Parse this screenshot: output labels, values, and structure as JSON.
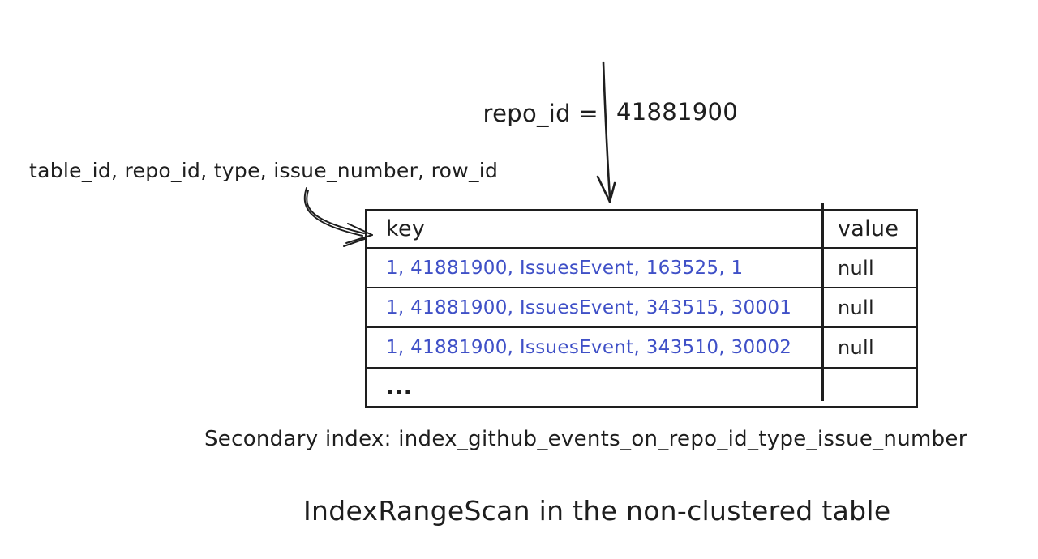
{
  "diagram": {
    "filter": {
      "label": "repo_id =",
      "value": "41881900"
    },
    "index_columns_label": "table_id, repo_id, type, issue_number, row_id",
    "table": {
      "headers": {
        "key": "key",
        "value": "value"
      },
      "rows": [
        {
          "key": "1, 41881900, IssuesEvent, 163525, 1",
          "value": "null"
        },
        {
          "key": "1, 41881900, IssuesEvent, 343515, 30001",
          "value": "null"
        },
        {
          "key": "1, 41881900, IssuesEvent, 343510, 30002",
          "value": "null"
        },
        {
          "key": "...",
          "value": ""
        }
      ]
    },
    "caption": "Secondary index: index_github_events_on_repo_id_type_issue_number",
    "title": "IndexRangeScan in the non-clustered table",
    "icons": {
      "filter_arrow": "arrow-down",
      "index_columns_arrow": "curved-arrow-right"
    },
    "colors": {
      "ink": "#1e1e1e",
      "key_text": "#3f50c7",
      "background": "#ffffff"
    }
  }
}
